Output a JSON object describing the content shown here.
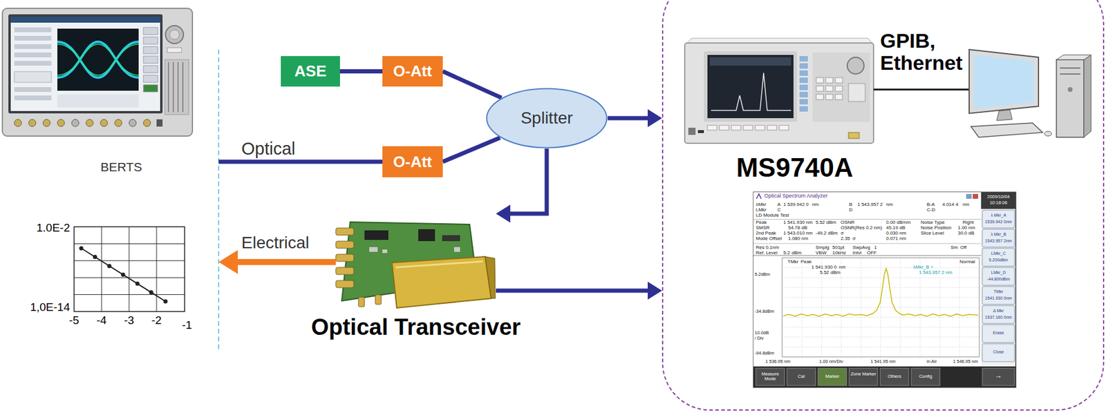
{
  "diagram": {
    "nodes": [
      {
        "text": [
          "BERTS"
        ]
      },
      {
        "text": [
          "ASE"
        ]
      },
      {
        "text": [
          "O-Att"
        ]
      },
      {
        "text": [
          "O-Att"
        ]
      },
      {
        "text": [
          "Splitter"
        ]
      },
      {
        "text": [
          "MS9740A"
        ]
      },
      {
        "text": [
          "Optical Transceiver"
        ]
      }
    ],
    "edges": [
      {
        "from": 1,
        "to": 2,
        "arrow": "none"
      },
      {
        "from": 2,
        "to": 4,
        "arrow": "none"
      },
      {
        "from": 0,
        "to": 3,
        "label": "Optical",
        "arrow": "none"
      },
      {
        "from": 3,
        "to": 4,
        "arrow": "none"
      },
      {
        "from": 4,
        "to": 5,
        "arrow": "to"
      },
      {
        "from": 4,
        "to": 6,
        "arrow": "to"
      },
      {
        "from": 6,
        "to": 0,
        "label": "Electrical",
        "arrow": "to"
      },
      {
        "from": 6,
        "to": 5,
        "arrow": "to"
      }
    ],
    "labels": [
      "GPIB, Ethernet",
      "1.0E-2",
      "1,0E-14",
      "-5",
      "-4",
      "-3",
      "-2",
      "-1",
      "Optical Spectrum Analyzer",
      "2009/10/04",
      "10:18:06",
      "λMkr",
      "A",
      "1 539.942 0",
      "nm",
      "B",
      "1 543.957 2",
      "nm",
      "B-A",
      "4.014 4",
      "nm",
      "LMkr",
      "C",
      "D",
      "C-D",
      "LD Module Test",
      "Peak",
      "1 541.930 nm",
      "5.52 dBm",
      "OSNR",
      "0.00 dB/nm",
      "Noise Type",
      "Right",
      "SMSR",
      "54.78 dB",
      "OSNR(Res 0.2 nm)",
      "45.19 dB",
      "Noise Position",
      "1.00 nm",
      "2nd Peak",
      "1 543.010 nm",
      "-49.2 dBm",
      "σ",
      "0.030 nm",
      "Slice Level",
      "30.0 dB",
      "Mode Offset",
      "1.080 nm",
      "2.35",
      "σ",
      "0.071 nm",
      "Res 0.1nm",
      "Smplg",
      "501pt",
      "SwpAvg",
      "1",
      "Sm",
      "Off",
      "Ref. Level",
      "5.2",
      "dBm",
      "VBW",
      "10kHz",
      "Intvl",
      "OFF",
      "TMkr",
      "Peak",
      "Normal",
      "1 541.930 0",
      "nm",
      "5.52",
      "dBm",
      "λMkr_B =",
      "1 543.957 2 nm",
      "5.2dBm",
      "-34.8dBm",
      "10.0dB",
      "/ Div",
      "-94.8dBm",
      "1 536.95 nm",
      "1.00 nm/Div",
      "1 541.95 nm",
      "in Air",
      "1 546.95 nm",
      "λ Mkr_A",
      "1539.942 0nm",
      "λ Mkr_B",
      "1543.957 2nm",
      "LMkr_C",
      "5.200dBm",
      "LMkr_D",
      "-44.800dBm",
      "TMkr",
      "1541.930 0nm",
      "Δ Mkr",
      "1537.160 0nm",
      "Erase",
      "Close",
      "Measure Mode",
      "Cal",
      "Marker",
      "Zone Marker",
      "Others",
      "Config",
      "→"
    ]
  }
}
